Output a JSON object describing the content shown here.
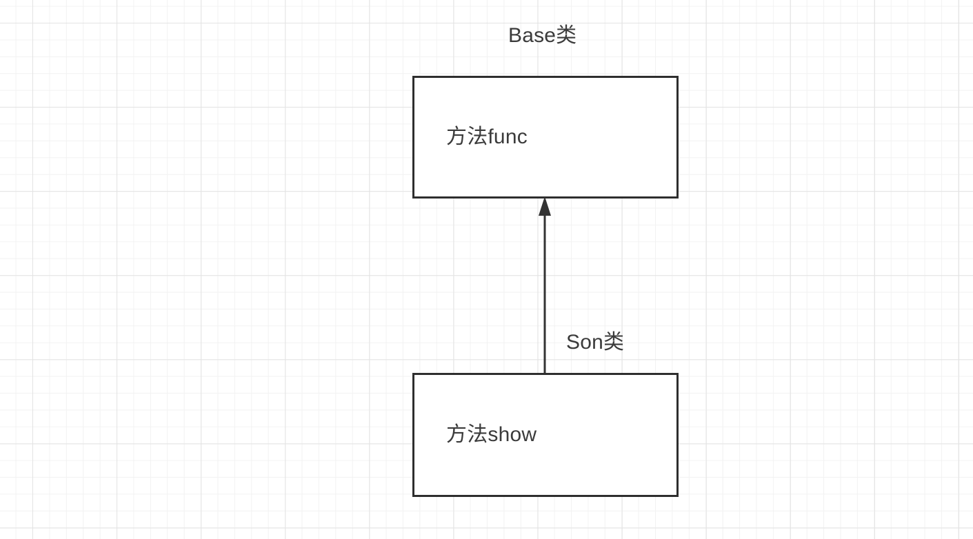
{
  "diagram": {
    "type": "class-inheritance",
    "background": {
      "style": "graph-paper-grid",
      "minor_grid_color": "#f2f2f2",
      "major_grid_color": "#e3e3e3",
      "page_color": "#ffffff"
    },
    "colors": {
      "stroke": "#2e2e2e",
      "text": "#3b3b3b",
      "arrow": "#333333"
    },
    "nodes": [
      {
        "id": "base",
        "caption": "Base类",
        "body": "方法func"
      },
      {
        "id": "son",
        "caption": "Son类",
        "body": "方法show"
      }
    ],
    "edges": [
      {
        "id": "inheritance",
        "from": "son",
        "to": "base",
        "arrow_head": "solid-triangle",
        "direction": "up"
      }
    ]
  }
}
